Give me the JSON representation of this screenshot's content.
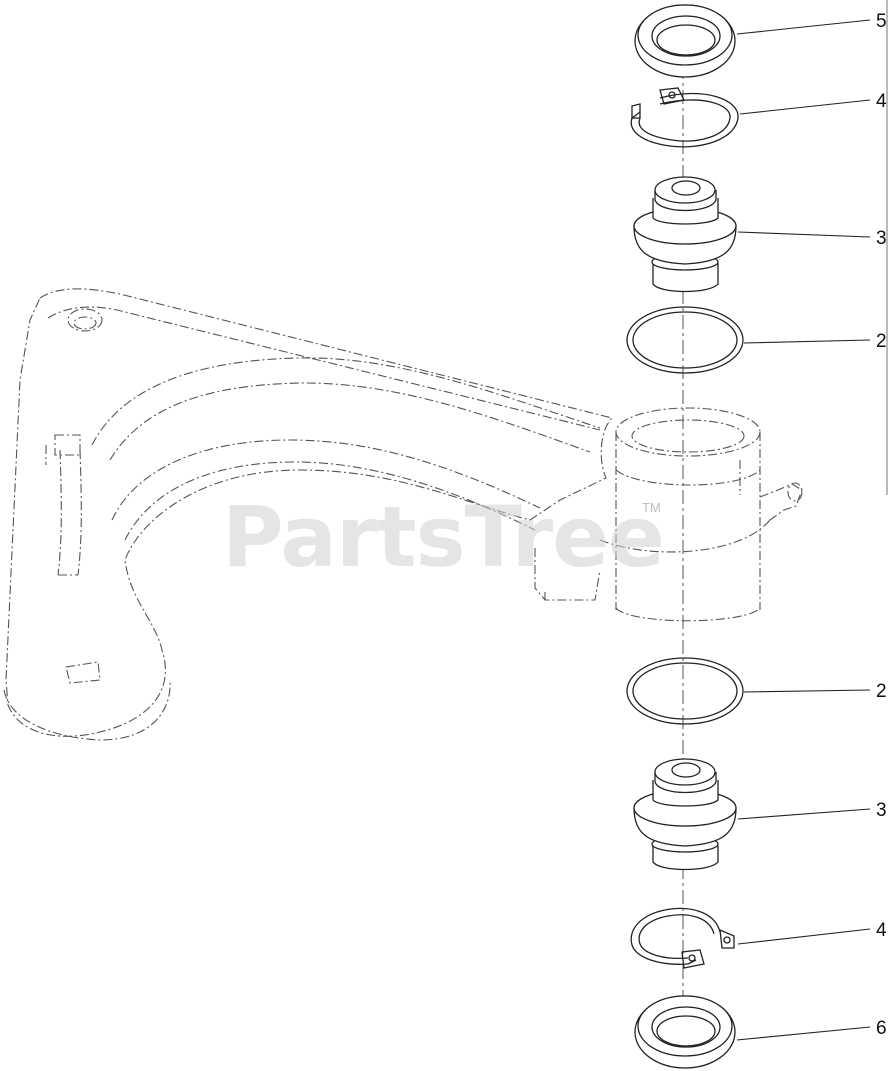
{
  "watermark": {
    "text": "PartsTree",
    "trademark": "TM"
  },
  "callouts": [
    {
      "id": "seal-top",
      "label": "5"
    },
    {
      "id": "retaining-ring-top",
      "label": "4"
    },
    {
      "id": "bearing-top",
      "label": "3"
    },
    {
      "id": "o-ring-top",
      "label": "2"
    },
    {
      "id": "o-ring-bottom",
      "label": "2"
    },
    {
      "id": "bearing-bottom",
      "label": "3"
    },
    {
      "id": "retaining-ring-bottom",
      "label": "4"
    },
    {
      "id": "seal-bottom",
      "label": "6"
    }
  ]
}
